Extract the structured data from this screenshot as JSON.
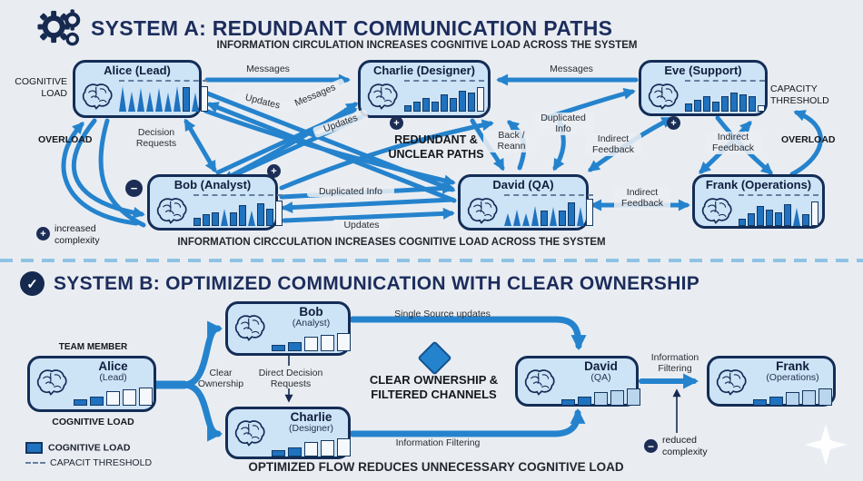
{
  "colors": {
    "background": "#e9edf2",
    "arrow_blue": "#2583cd",
    "navy": "#142d56",
    "node_fill": "#cde3f6",
    "bar_fill": "#1f72bf"
  },
  "system_a": {
    "title": "SYSTEM A: REDUNDANT COMMUNICATION PATHS",
    "subtitle_top": "INFORMATION CIRCULATION INCREASES COGNITIVE LOAD ACROSS THE SYSTEM",
    "subtitle_bottom": "INFORMATION CIRCCULATION INCREASES COGNITIVE LOAD ACROSS THE SYSTEM",
    "labels": {
      "cognitive_load": "COGNITIVE LOAD",
      "capacity_threshold": "CAPACITY THRESHOLD",
      "overload_left": "OVERLOAD",
      "overload_right": "OVERLOAD"
    },
    "edges": {
      "messages_alice_charlie": "Messages",
      "messages_eve_charlie": "Messages",
      "updates_diag1": "Updates",
      "messages_diag": "Messages",
      "updates_diag2": "Updates",
      "decision_requests": "Decision Requests",
      "duplicated_info_bob_david": "Duplicated Info",
      "updates_bob_david": "Updates",
      "back_reann": "Back / Reann",
      "duplicated_info_david_eve": "Duplicated Info",
      "indirect_feedback_david_eve": "Indirect Feedback",
      "indirect_feedback_eve_frank": "Indirect Feedback",
      "indirect_feedback_david_frank": "Indirect Feedback"
    },
    "callouts": {
      "redundant_paths": "REDUNDANT & UNCLEAR PATHS",
      "increased_complexity": "increased complexity"
    },
    "nodes": {
      "alice": {
        "name": "Alice (Lead)",
        "bars": [
          {
            "h": 28,
            "f": 1,
            "t": 1
          },
          {
            "h": 22,
            "f": 1,
            "t": 1
          },
          {
            "h": 26,
            "f": 1,
            "t": 1
          },
          {
            "h": 22,
            "f": 1,
            "t": 1
          },
          {
            "h": 26,
            "f": 1,
            "t": 1
          },
          {
            "h": 21,
            "f": 1,
            "t": 1
          },
          {
            "h": 28,
            "f": 1,
            "t": 1
          },
          {
            "h": 27,
            "f": 1
          },
          {
            "h": 21,
            "f": 1,
            "t": 1
          },
          {
            "h": 28,
            "f": 0
          }
        ]
      },
      "charlie": {
        "name": "Charlie (Designer)",
        "bars": [
          {
            "h": 7,
            "f": 1
          },
          {
            "h": 11,
            "f": 1
          },
          {
            "h": 15,
            "f": 1
          },
          {
            "h": 11,
            "f": 1
          },
          {
            "h": 19,
            "f": 1
          },
          {
            "h": 15,
            "f": 1
          },
          {
            "h": 23,
            "f": 1
          },
          {
            "h": 21,
            "f": 1
          },
          {
            "h": 27,
            "f": 0
          }
        ]
      },
      "eve": {
        "name": "Eve (Support)",
        "bars": [
          {
            "h": 9,
            "f": 1
          },
          {
            "h": 13,
            "f": 1
          },
          {
            "h": 17,
            "f": 1
          },
          {
            "h": 11,
            "f": 1
          },
          {
            "h": 17,
            "f": 1
          },
          {
            "h": 21,
            "f": 1
          },
          {
            "h": 19,
            "f": 1
          },
          {
            "h": 17,
            "f": 1
          },
          {
            "h": 7,
            "f": 0
          }
        ]
      },
      "bob": {
        "name": "Bob (Analyst)",
        "bars": [
          {
            "h": 9,
            "f": 1
          },
          {
            "h": 13,
            "f": 1
          },
          {
            "h": 15,
            "f": 1
          },
          {
            "h": 19,
            "f": 1,
            "t": 1
          },
          {
            "h": 15,
            "f": 1
          },
          {
            "h": 23,
            "f": 1
          },
          {
            "h": 17,
            "f": 1,
            "t": 1
          },
          {
            "h": 25,
            "f": 1
          },
          {
            "h": 19,
            "f": 1
          },
          {
            "h": 28,
            "f": 0
          }
        ]
      },
      "david": {
        "name": "David (QA)",
        "bars": [
          {
            "h": 14,
            "f": 1,
            "t": 1
          },
          {
            "h": 18,
            "f": 1,
            "t": 1
          },
          {
            "h": 14,
            "f": 1,
            "t": 1
          },
          {
            "h": 22,
            "f": 1,
            "t": 1
          },
          {
            "h": 17,
            "f": 1
          },
          {
            "h": 21,
            "f": 1,
            "t": 1
          },
          {
            "h": 17,
            "f": 1
          },
          {
            "h": 26,
            "f": 1
          },
          {
            "h": 21,
            "f": 1,
            "t": 1
          },
          {
            "h": 30,
            "f": 0
          }
        ]
      },
      "frank": {
        "name": "Frank (Operations)",
        "bars": [
          {
            "h": 8,
            "f": 1
          },
          {
            "h": 14,
            "f": 1
          },
          {
            "h": 22,
            "f": 1
          },
          {
            "h": 18,
            "f": 1
          },
          {
            "h": 15,
            "f": 1
          },
          {
            "h": 24,
            "f": 1
          },
          {
            "h": 20,
            "f": 1,
            "t": 1
          },
          {
            "h": 13,
            "f": 1
          },
          {
            "h": 27,
            "f": 0
          }
        ]
      }
    }
  },
  "system_b": {
    "title": "SYSTEM B: OPTIMIZED COMMUNICATION WITH CLEAR OWNERSHIP",
    "labels": {
      "team_member": "TEAM MEMBER",
      "cognitive_load": "COGNITIVE LOAD"
    },
    "edges": {
      "single_source": "Single Source updates",
      "clear_ownership": "Clear Ownership",
      "direct_decision_requests": "Direct Decision Requests",
      "information_filtering_1": "Information Filtering",
      "information_filtering_2": "Information Filtering"
    },
    "callouts": {
      "channels": "CLEAR OWNERSHIP & FILTERED CHANNELS",
      "reduced_complexity": "reduced complexity"
    },
    "footer": "OPTIMIZED FLOW REDUCES UNNECESSARY COGNITIVE LOAD",
    "nodes": {
      "alice": {
        "name": "Alice",
        "role": "(Lead)",
        "bars": [
          {
            "h": 7,
            "f": 1
          },
          {
            "h": 10,
            "f": 1
          },
          {
            "h": 16,
            "f": 0
          },
          {
            "h": 18,
            "f": 0
          },
          {
            "h": 20,
            "f": 0
          }
        ]
      },
      "bob": {
        "name": "Bob",
        "role": "(Analyst)",
        "bars": [
          {
            "h": 7,
            "f": 1
          },
          {
            "h": 10,
            "f": 1
          },
          {
            "h": 16,
            "f": 0
          },
          {
            "h": 18,
            "f": 0
          },
          {
            "h": 20,
            "f": 0
          }
        ]
      },
      "charlie": {
        "name": "Charlie",
        "role": "(Designer)",
        "bars": [
          {
            "h": 7,
            "f": 1
          },
          {
            "h": 10,
            "f": 1
          },
          {
            "h": 16,
            "f": 0
          },
          {
            "h": 18,
            "f": 0
          },
          {
            "h": 20,
            "f": 0
          }
        ]
      },
      "david": {
        "name": "David",
        "role": "(QA)",
        "bars": [
          {
            "h": 7,
            "f": 1
          },
          {
            "h": 10,
            "f": 1
          },
          {
            "h": 15,
            "f": 2
          },
          {
            "h": 17,
            "f": 2
          },
          {
            "h": 19,
            "f": 2
          }
        ]
      },
      "frank": {
        "name": "Frank",
        "role": "(Operations)",
        "bars": [
          {
            "h": 7,
            "f": 1
          },
          {
            "h": 10,
            "f": 1
          },
          {
            "h": 15,
            "f": 2
          },
          {
            "h": 17,
            "f": 2
          },
          {
            "h": 19,
            "f": 2
          }
        ]
      }
    }
  },
  "legend": {
    "cognitive_load": "COGNITIVE LOAD",
    "capacity_threshold": "CAPACIT THRESHOLD"
  },
  "icons": {
    "plus": "+",
    "minus": "−",
    "check": "✓"
  }
}
